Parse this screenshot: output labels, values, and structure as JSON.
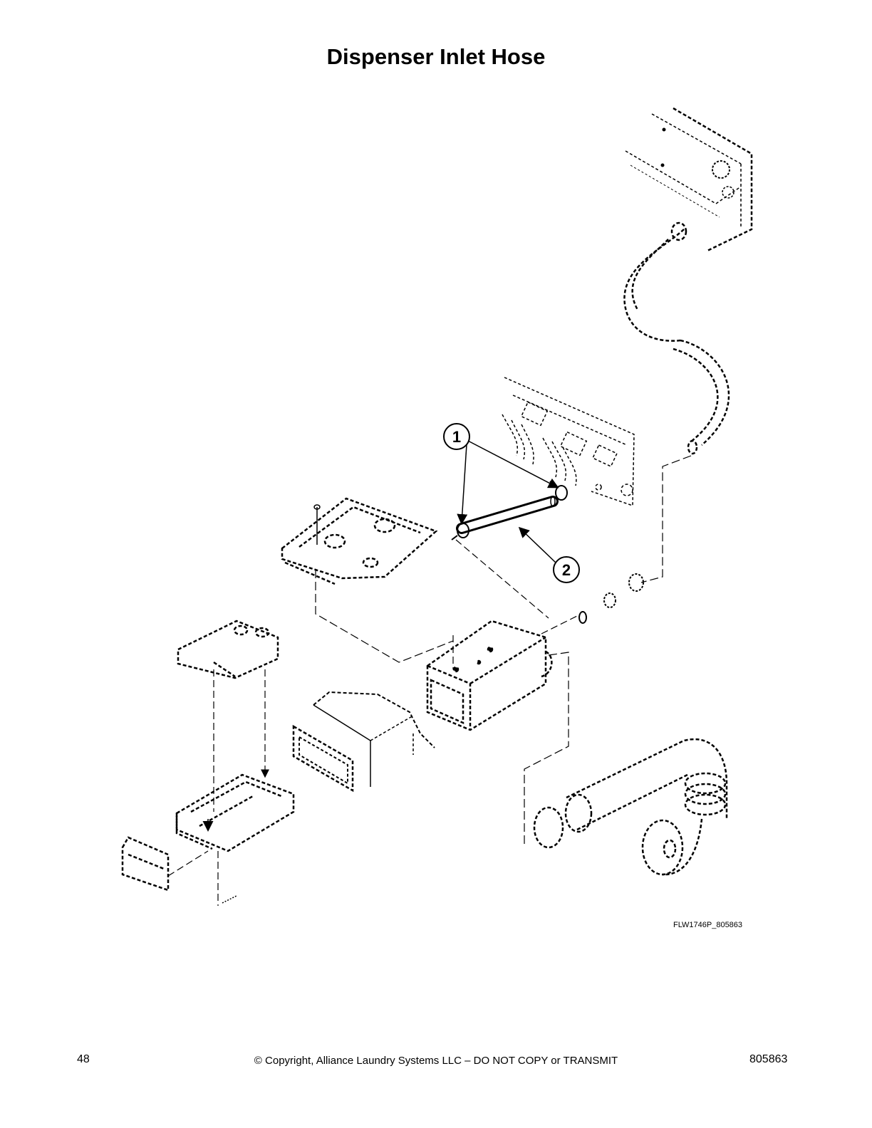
{
  "page": {
    "title": "Dispenser Inlet Hose",
    "figure_id": "FLW1746P_805863",
    "page_number": "48",
    "copyright": "© Copyright, Alliance Laundry Systems LLC – DO NOT COPY or TRANSMIT",
    "document_number": "805863"
  },
  "callouts": [
    {
      "label": "1"
    },
    {
      "label": "2"
    }
  ]
}
